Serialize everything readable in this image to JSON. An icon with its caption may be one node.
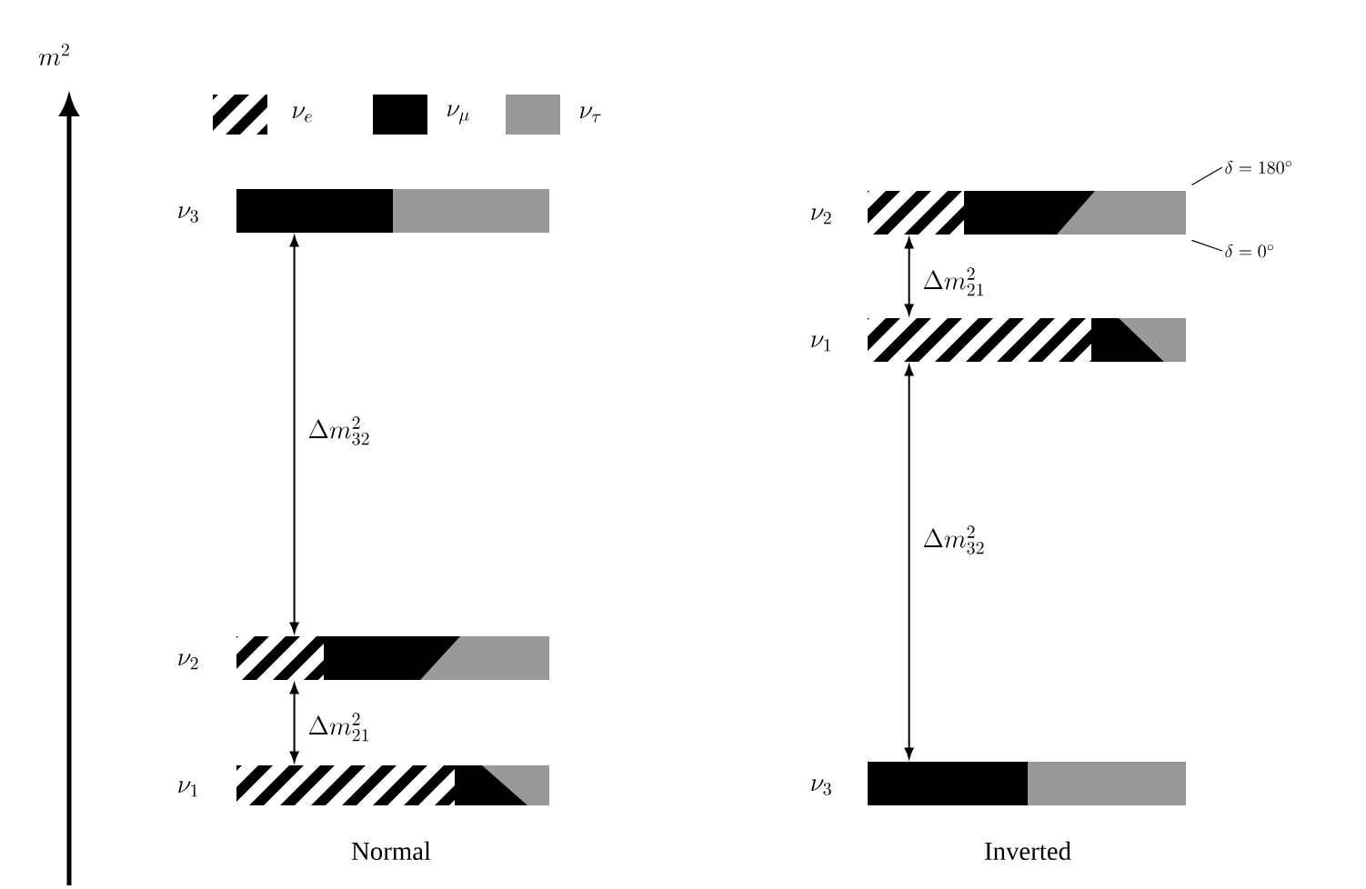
{
  "diagram": {
    "nodes": [
      {
        "text": [],
        "shape": "bar",
        "beside": [
          "\\nu_3"
        ]
      },
      {
        "text": [],
        "shape": "bar",
        "beside": [
          "\\nu_2"
        ]
      },
      {
        "text": [],
        "shape": "bar",
        "beside": [
          "\\nu_1"
        ]
      },
      {
        "text": [],
        "shape": "bar",
        "beside": [
          "\\nu_2"
        ]
      },
      {
        "text": [],
        "shape": "bar",
        "beside": [
          "\\nu_1"
        ]
      },
      {
        "text": [],
        "shape": "bar",
        "beside": [
          "\\nu_3"
        ]
      },
      {
        "text": [
          "\\delta = 180^\\circ"
        ]
      },
      {
        "text": [
          "\\delta = 0^\\circ"
        ]
      }
    ],
    "edges": [
      {
        "from": 0,
        "to": 1,
        "arrow": "both",
        "label": "\\Delta m^2_{32}"
      },
      {
        "from": 1,
        "to": 2,
        "arrow": "both",
        "label": "\\Delta m^2_{21}"
      },
      {
        "from": 3,
        "to": 4,
        "arrow": "both",
        "label": "\\Delta m^2_{21}"
      },
      {
        "from": 4,
        "to": 5,
        "arrow": "both",
        "label": "\\Delta m^2_{32}"
      },
      {
        "from": 6,
        "to": 3,
        "arrow": "none"
      },
      {
        "from": 7,
        "to": 3,
        "arrow": "none"
      }
    ],
    "labels": [
      "m^2",
      "Normal",
      "Inverted"
    ],
    "legend": [
      {
        "text": "\\nu_e"
      },
      {
        "text": "\\nu_\\mu",
        "color": "#000000"
      },
      {
        "text": "\\nu_\\tau",
        "color": "#999999"
      }
    ]
  }
}
